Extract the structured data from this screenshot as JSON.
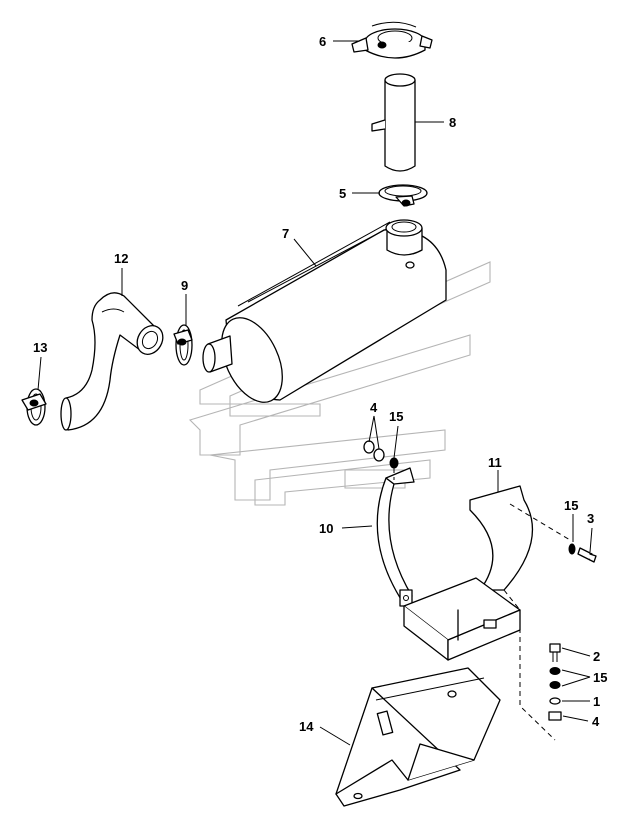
{
  "callouts": [
    {
      "id": "6"
    },
    {
      "id": "8"
    },
    {
      "id": "5"
    },
    {
      "id": "7"
    },
    {
      "id": "12"
    },
    {
      "id": "9"
    },
    {
      "id": "13"
    },
    {
      "id": "4"
    },
    {
      "id": "15"
    },
    {
      "id": "11"
    },
    {
      "id": "10"
    },
    {
      "id": "15"
    },
    {
      "id": "3"
    },
    {
      "id": "2"
    },
    {
      "id": "15"
    },
    {
      "id": "1"
    },
    {
      "id": "4"
    },
    {
      "id": "14"
    }
  ],
  "colors": {
    "line": "#000000",
    "watermark": "#b5b5b5",
    "background": "#ffffff"
  }
}
